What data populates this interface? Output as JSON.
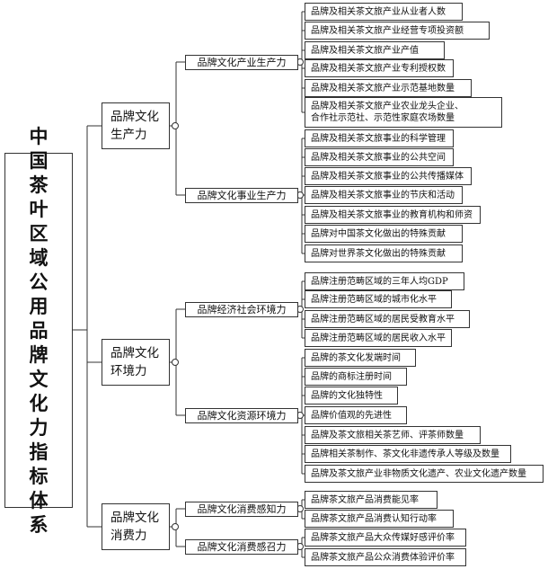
{
  "root": {
    "label": "中国茶叶区域公用品牌文化力指标体系"
  },
  "dimensions": [
    {
      "label": [
        "品牌文化",
        "生产力"
      ],
      "groups": [
        {
          "label": "品牌文化产业生产力",
          "indicators": [
            "品牌及相关茶文旅产业从业者人数",
            "品牌及相关茶文旅产业经营专项投资额",
            "品牌及相关茶文旅产业产值",
            "品牌及相关茶文旅产业专利授权数",
            "品牌及相关茶文旅产业示范基地数量",
            [
              "品牌及相关茶文旅产业农业龙头企业、",
              "合作社示范社、示范性家庭农场数量"
            ]
          ]
        },
        {
          "label": "品牌文化事业生产力",
          "indicators": [
            "品牌及相关茶文旅事业的科学管理",
            "品牌及相关茶文旅事业的公共空间",
            "品牌及相关茶文旅事业的公共传播媒体",
            "品牌及相关茶文旅事业的节庆和活动",
            "品牌及相关茶文旅事业的教育机构和师资",
            "品牌对中国茶文化做出的特殊贡献",
            "品牌对世界茶文化做出的特殊贡献"
          ]
        }
      ]
    },
    {
      "label": [
        "品牌文化",
        "环境力"
      ],
      "groups": [
        {
          "label": "品牌经济社会环境力",
          "indicators": [
            "品牌注册范畴区域的三年人均GDP",
            "品牌注册范畴区域的城市化水平",
            "品牌注册范畴区域的居民受教育水平",
            "品牌注册范畴区域的居民收入水平"
          ]
        },
        {
          "label": "品牌文化资源环境力",
          "indicators": [
            "品牌的茶文化发端时间",
            "品牌的商标注册时间",
            "品牌的文化独特性",
            "品牌价值观的先进性",
            "品牌及茶文旅相关茶艺师、评茶师数量",
            "品牌相关茶制作、茶文化非遗传承人等级及数量",
            "品牌及茶文旅产业非物质文化遗产、农业文化遗产数量"
          ]
        }
      ]
    },
    {
      "label": [
        "品牌文化",
        "消费力"
      ],
      "groups": [
        {
          "label": "品牌文化消费感知力",
          "indicators": [
            "品牌茶文旅产品消费能见率",
            "品牌茶文旅产品消费认知行动率"
          ]
        },
        {
          "label": "品牌文化消费感召力",
          "indicators": [
            "品牌茶文旅产品大众传媒好感评价率",
            "品牌茶文旅产品公众消费体验评价率"
          ]
        }
      ]
    }
  ]
}
